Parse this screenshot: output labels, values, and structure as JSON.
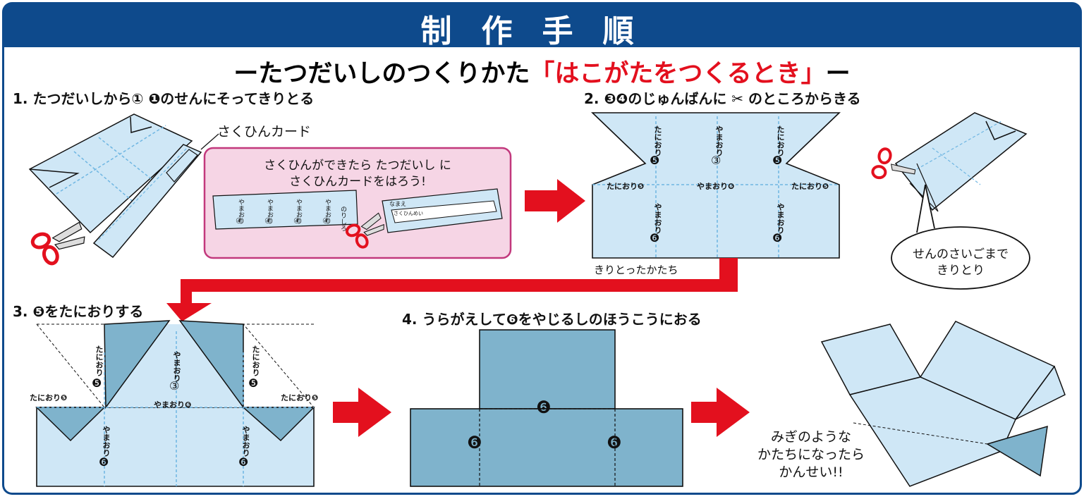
{
  "header": {
    "title": "制作手順"
  },
  "subtitle": {
    "prefix": "ーたつだいしのつくりかた",
    "highlight": "「はこがたをつくるとき」",
    "suffix": "ー"
  },
  "steps": {
    "s1": "1. たつだいしから①  ❶のせんにそってきりとる",
    "s2": "2. ❸❹のじゅんばんに ✂ のところからきる",
    "s3": "3. ❺をたにおりする",
    "s4": "4. うらがえして❻をやじるしのほうこうにおる"
  },
  "labels": {
    "card": "さくひんカード",
    "note_line1": "さくひんができたら たつだいし に",
    "note_line2": "さくひんカードをはろう!",
    "cut_shape": "きりとったかたち",
    "bubble_line1": "せんのさいごまで",
    "bubble_line2": "きりとり",
    "done_line1": "みぎのような",
    "done_line2": "かたちになったら",
    "done_line3": "かんせい!!",
    "tani": "たにおり",
    "yama": "やまおり",
    "tani5": "たにおり❺",
    "yama6": "やまおり❻",
    "n3": "③",
    "n4": "④",
    "n5": "❺",
    "n6": "❻",
    "name": "なまえ",
    "title_card": "さくひんめい",
    "norishiro": "のりしろ"
  },
  "colors": {
    "navy": "#0e4a8c",
    "red": "#e3101e",
    "paper": "#cfe7f6",
    "paper_dark": "#7fb3cc",
    "pink": "#f6d5e5",
    "dash": "#6fb6e2"
  }
}
